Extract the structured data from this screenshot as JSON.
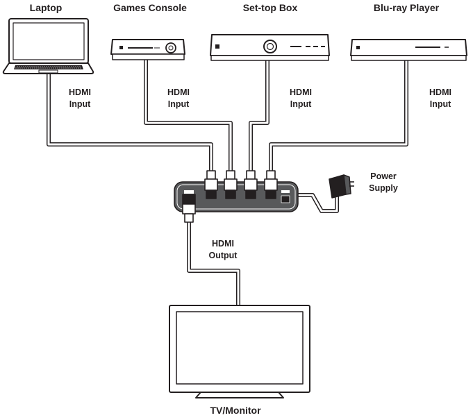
{
  "devices": {
    "laptop": "Laptop",
    "games_console": "Games Console",
    "set_top_box": "Set-top Box",
    "bluray_player": "Blu-ray Player",
    "tv_monitor": "TV/Monitor"
  },
  "connections": {
    "hdmi_input_1": [
      "HDMI",
      "Input"
    ],
    "hdmi_input_2": [
      "HDMI",
      "Input"
    ],
    "hdmi_input_3": [
      "HDMI",
      "Input"
    ],
    "hdmi_input_4": [
      "HDMI",
      "Input"
    ],
    "hdmi_output": [
      "HDMI",
      "Output"
    ],
    "power_supply": [
      "Power",
      "Supply"
    ]
  },
  "colors": {
    "outline": "#231f20",
    "cable": "#231f20",
    "device_fill": "#ffffff",
    "switch_fill": "#58595b"
  }
}
